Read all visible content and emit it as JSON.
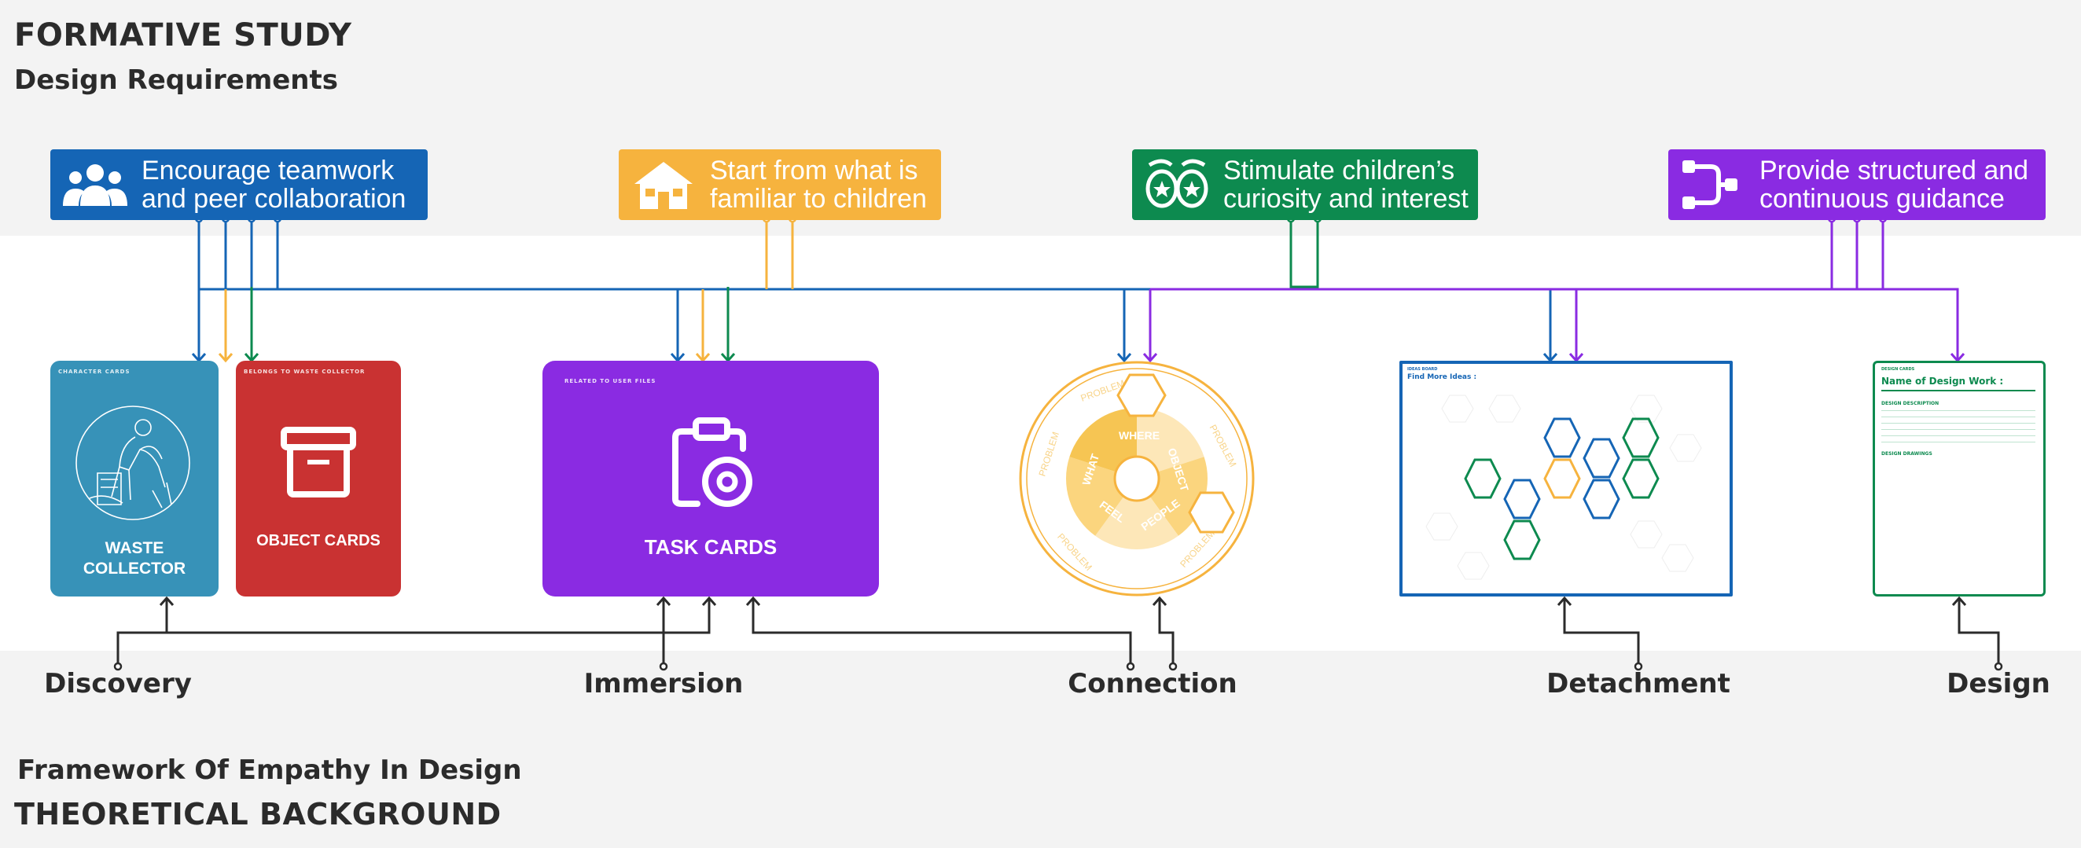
{
  "header": {
    "formative_study": "FORMATIVE STUDY",
    "design_requirements": "Design Requirements"
  },
  "requirements": [
    {
      "text_line1": "Encourage teamwork",
      "text_line2": "and peer collaboration",
      "icon": "group-icon",
      "color": "#1565b5"
    },
    {
      "text_line1": "Start from what is",
      "text_line2": "familiar to children",
      "icon": "house-icon",
      "color": "#f6b33e"
    },
    {
      "text_line1": "Stimulate children’s",
      "text_line2": "curiosity and interest",
      "icon": "eyes-icon",
      "color": "#0d8a4f"
    },
    {
      "text_line1": "Provide structured and",
      "text_line2": "continuous guidance",
      "icon": "flow-icon",
      "color": "#8a2be2"
    }
  ],
  "cards": {
    "waste_collector": {
      "tag": "CHARACTER CARDS",
      "label_line1": "WASTE",
      "label_line2": "COLLECTOR",
      "color": "#3792b8"
    },
    "object_cards": {
      "tag": "BELONGS TO WASTE COLLECTOR",
      "label": "OBJECT CARDS",
      "color": "#c93232"
    },
    "task_cards": {
      "tag": "RELATED TO USER FILES",
      "label": "TASK CARDS",
      "color": "#8a2be2"
    },
    "wheel": {
      "segments": [
        "WHERE",
        "OBJECT",
        "PEOPLE",
        "FEEL",
        "WHAT"
      ],
      "outer_labels": [
        "PROBLEM",
        "PROBLEM",
        "PROBLEM",
        "PROBLEM",
        "PROBLEM"
      ],
      "color": "#f6b33e"
    },
    "find_more_ideas": {
      "tag": "IDEAS BOARD",
      "title": "Find More Ideas :",
      "color": "#1565b5"
    },
    "design_sheet": {
      "tag": "DESIGN CARDS",
      "title": "Name of Design Work :",
      "section1": "DESIGN DESCRIPTION",
      "section2": "DESIGN DRAWINGS",
      "color": "#0d8a4f"
    }
  },
  "stages": [
    "Discovery",
    "Immersion",
    "Connection",
    "Detachment",
    "Design"
  ],
  "footer": {
    "framework": "Framework Of Empathy In Design",
    "theoretical_background": "THEORETICAL BACKGROUND"
  }
}
